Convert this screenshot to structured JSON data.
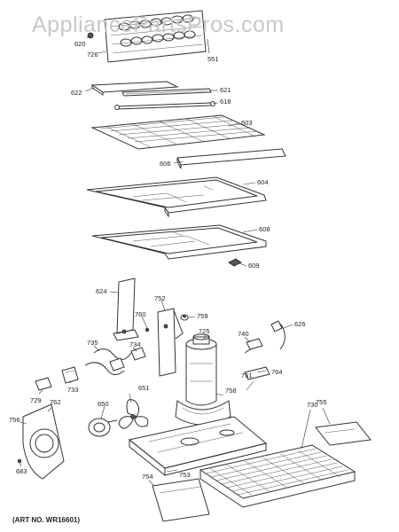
{
  "watermark": "AppliancePartsPros.com",
  "art_number": "(ART NO. WR16601)",
  "parts": {
    "620": "620",
    "726_top": "726",
    "551": "551",
    "622": "622",
    "621": "621",
    "618": "618",
    "603": "603",
    "606": "606",
    "604": "604",
    "608": "608",
    "609": "609",
    "624": "624",
    "752": "752",
    "760": "760",
    "759": "759",
    "725": "725",
    "626": "626",
    "740": "740",
    "735": "735",
    "734": "734",
    "764": "764",
    "733": "733",
    "729": "729",
    "651": "651",
    "758": "758",
    "751": "751",
    "730": "730",
    "755_right": "755",
    "650": "650",
    "756": "756",
    "762": "762",
    "753": "753",
    "754": "754",
    "683": "683"
  }
}
